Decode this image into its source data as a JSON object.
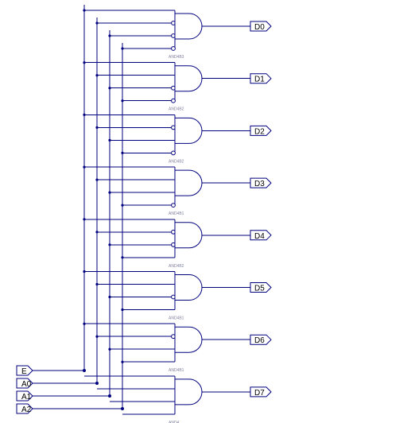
{
  "colors": {
    "wire": "#00007f",
    "background": "#ffffff",
    "label": "#000000",
    "gate_label": "#8080a0"
  },
  "inputs": [
    {
      "name": "E",
      "signal": "E"
    },
    {
      "name": "A0",
      "signal": "A0"
    },
    {
      "name": "A1",
      "signal": "A1"
    },
    {
      "name": "A2",
      "signal": "A2"
    }
  ],
  "gates": [
    {
      "type": "AND4B3",
      "output": "D0",
      "inverted": [
        false,
        true,
        true,
        true
      ]
    },
    {
      "type": "AND4B2",
      "output": "D1",
      "inverted": [
        false,
        false,
        true,
        true
      ]
    },
    {
      "type": "AND4B2",
      "output": "D2",
      "inverted": [
        false,
        true,
        false,
        true
      ]
    },
    {
      "type": "AND4B1",
      "output": "D3",
      "inverted": [
        false,
        false,
        false,
        true
      ]
    },
    {
      "type": "AND4B2",
      "output": "D4",
      "inverted": [
        false,
        true,
        true,
        false
      ]
    },
    {
      "type": "AND4B1",
      "output": "D5",
      "inverted": [
        false,
        false,
        true,
        false
      ]
    },
    {
      "type": "AND4B1",
      "output": "D6",
      "inverted": [
        false,
        true,
        false,
        false
      ]
    },
    {
      "type": "AND4",
      "output": "D7",
      "inverted": [
        false,
        false,
        false,
        false
      ]
    }
  ]
}
